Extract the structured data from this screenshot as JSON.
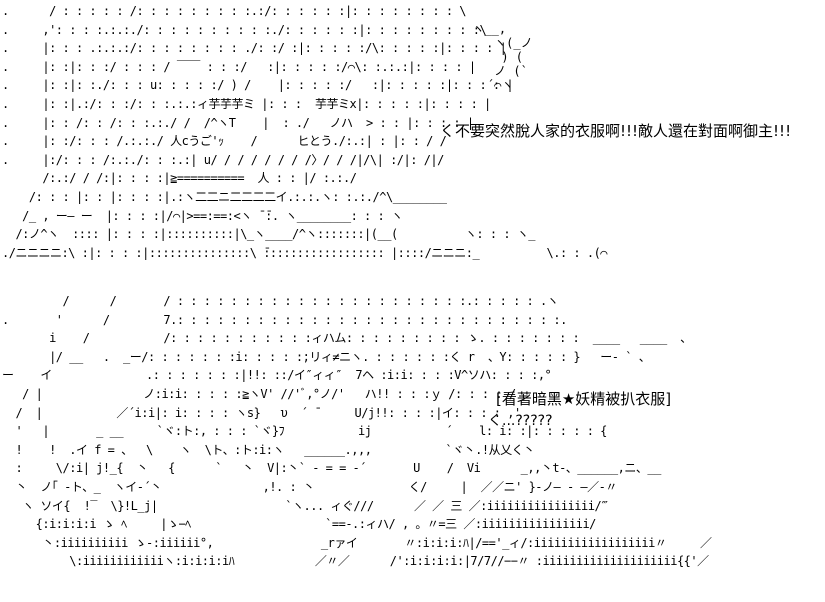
{
  "panels": {
    "top": {
      "art_lines": [
        ".      / : : : : : /: : : : : : : : :.:/: : : : : :|: : : : : : : : \\",
        ".     ,': : : :.:.:./: : : : : : : : : :./: : : : : :|: : : : : : : : :\\",
        ".     |: : : .:.:.:/: : : : : : : : ./: :/ :|: : : : :/\\: : : : :|: : : : |",
        ".     |: :|: : :/ : : : / ￣￣ : : :/   :|: : : : :/⌒\\: :.:.:|: : : : |",
        ".     |: :|: :./: : : u: : : : :/ ) /    |: : : : :/   :|: : : : :|: : : : |",
        ".     |: :|.:/: : :/: : :.:.:ィ芋芋芋ミ |: : :  芋芋ミx|: : : : :|: : : : |",
        ".     |: : /: : /: : :.:./ /  /^ヽT    |  : ./   ノハ  > : : |: : : : |",
        ".     |: :/: : : /.:.:./ 人cうご'ｯ    /      ヒとう./:.:| : |: : / /",
        ".     |:/: : : /:.:./: : :.:| u/ / / / / / / /〉/ / /|/\\| :/|: /|/",
        "      /:.:/ / /:|: : : :|≧==========  人 : : |/ :.:./",
        "    /: : : |: : |: : : :|.:ヽ二二ニ二二二二イ.:.:.ヽ: :.:./^\\________",
        "   /_ , ー― ー  |: : : :|/⌒|>==:==:<ヽ ̄ ̄:. ヽ________: : : ヽ",
        "  /:ノ^ヽ  :::: |: : : :|::::::::::|\\_ヽ____/^ヽ:::::::|(__(          ヽ: : : ヽ_",
        "./ニニニニ:\\ :|: : : :|:::::::::::::::\\ ̄:::::::::::::::::: |::::/ニニニ:_          \\.: : .(⌒"
      ]
    },
    "bottom": {
      "art_lines": [
        "         /      /       / : : : : : : : : : : : : : : : : : : : : : :.: : : : : .ヽ",
        ".       '      /        7.: : : : : : : : : : : : : : : : : : : : : : : : : : : : :.",
        "       i    /           /: : : : : : : : : : :ィハム: : : : : : : : : ゝ. : : : : : : :  ____   ____  、",
        "       |/ __   .  _ー/: : : : : : :i: : : : :;リィ≠ニヽ. : : : : : :く r  、Y: : : : : }   ー‐ ` 、",
        "ー    イ              .: : : : : : :|!!: ::/イ″ィィ″  7ヘ :i:i: : : :V^ソハ: : : :,°",
        "   / |               ノ:i:i: : : : :≧ヽV' //'ﾞ,°ノ/'   ハ!! : : :ｙ /: : : : /",
        "  /  |           ／´i:i|: i: : : : ヽs}   υ  ´ ̄      U/j!!: : : :|イ: : : : ,'",
        "  '   |       _ __     `ヾ:ト:, : : : `ヾ}ﾌ           ij           ´    l: i: :|: : : : : {",
        "  !    !  .イ f = 、  \\    ヽ  \\ト、:ト:i:ヽ   ______.,,,           `ヾ丶.!从乂く丶",
        "  :     \\/:i| j!_{  丶   {      `   丶  V|:丶` ‐ = = ‐´       U    /  Vi      _,,丶t‐、______,ニ、__",
        "  丶  ノ｢ -ト、_  ヽイ-´丶               ,!. : 丶              く/     |  ／／ニ' }-ノ― ‐ ―／‐〃",
        "   ヽ ソイ{  !‾  \\}!L_j|                   `ヽ... ィぐ///      ／ ／ 三 ／:iiiiiiiiiiiiiiii/‴",
        "     {:i:i:i:i ゝ ﾍ     |ゝ−ﾍ                    `==-.:ィハ/ , 。〃=三 ／:iiiiiiiiiiiiiiii/",
        "      丶:iiiiiiiiii ゝ-:iiiiii°,                _rァイ       〃:i:i:i:ﾊ|/=='_ィ/:iiiiiiiiiiiiiiiiii〃     ／",
        "          \\:iiiiiiiiiiiiヽ:i:i:i:iﾊ            ／〃／      /':i:i:i:i:|7/7//−−〃 :iiiiiiiiiiiiiiiiiiii{{'／"
      ]
    }
  },
  "sweat_drops": [
    "  ヽ__,",
    "     ヽ(_ノ",
    "      ) (",
    "     ノ (`",
    "    ´⌒ヽ"
  ],
  "captions": {
    "top": "く不要突然脫人家的衣服啊!!!敵人還在對面啊御主!!!",
    "bottom_1": "[看著暗黑★妖精被扒衣服]",
    "bottom_2": "く...?????"
  }
}
